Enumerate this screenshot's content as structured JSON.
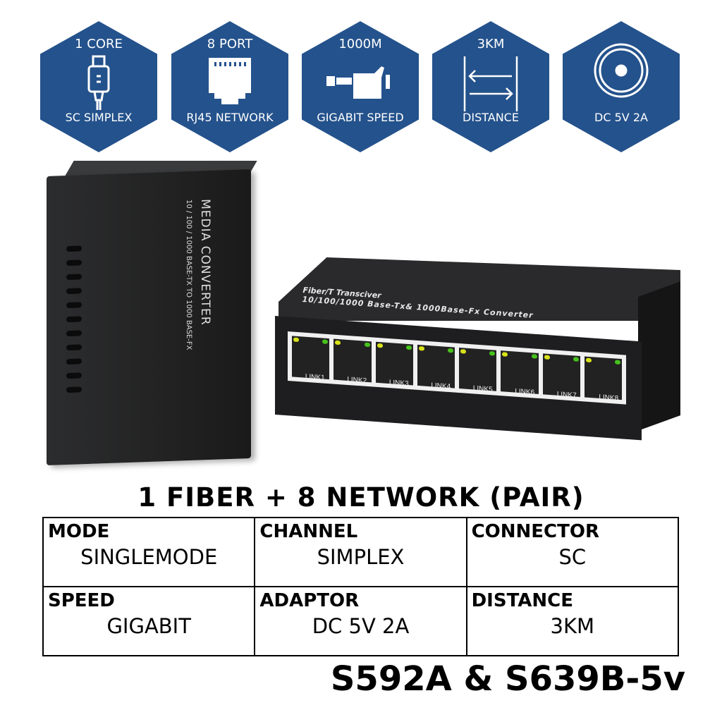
{
  "features": [
    {
      "top": "1 CORE",
      "bottom": "SC SIMPLEX",
      "icon": "fiber-sc-connector-icon"
    },
    {
      "top": "8 PORT",
      "bottom": "RJ45 NETWORK",
      "icon": "rj45-port-icon"
    },
    {
      "top": "1000M",
      "bottom": "GIGABIT SPEED",
      "icon": "ethernet-cable-icon"
    },
    {
      "top": "3KM",
      "bottom": "DISTANCE",
      "icon": "distance-arrows-icon"
    },
    {
      "top": "",
      "bottom": "DC 5V 2A",
      "icon": "dc-power-jack-icon"
    }
  ],
  "media_converter": {
    "label": "MEDIA CONVERTER",
    "sub": "10 / 100 / 1000 BASE-TX TO 1000 BASE-FX"
  },
  "switch": {
    "line1": "Fiber/T Transciver",
    "line2": "10/100/1000 Base-Tx& 1000Base-Fx Converter",
    "ports": [
      "LINK1",
      "LINK2",
      "LINK3",
      "LINK4",
      "LINK5",
      "LINK6",
      "LINK7",
      "LINK8"
    ]
  },
  "title": "1 FIBER + 8 NETWORK (PAIR)",
  "specs": [
    [
      {
        "h": "MODE",
        "v": "SINGLEMODE"
      },
      {
        "h": "CHANNEL",
        "v": "SIMPLEX"
      },
      {
        "h": "CONNECTOR",
        "v": "SC"
      }
    ],
    [
      {
        "h": "SPEED",
        "v": "GIGABIT"
      },
      {
        "h": "ADAPTOR",
        "v": "DC 5V 2A"
      },
      {
        "h": "DISTANCE",
        "v": "3KM"
      }
    ]
  ],
  "model": "S592A & S639B-5v",
  "colors": {
    "hex": "#24528c"
  }
}
